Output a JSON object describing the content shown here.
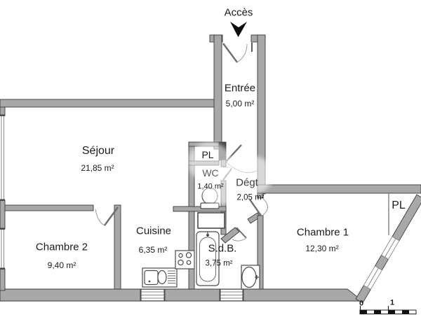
{
  "plan": {
    "access_label": "Accès",
    "rooms": [
      {
        "id": "entree",
        "name": "Entrée",
        "area": "5,00 m²"
      },
      {
        "id": "sejour",
        "name": "Séjour",
        "area": "21,85 m²"
      },
      {
        "id": "wc",
        "name": "WC",
        "area": "1,40 m²"
      },
      {
        "id": "degagement",
        "name": "Dégt",
        "area": "2,05 m²"
      },
      {
        "id": "chambre2",
        "name": "Chambre 2",
        "area": "9,40 m²"
      },
      {
        "id": "cuisine",
        "name": "Cuisine",
        "area": "6,35 m²"
      },
      {
        "id": "sdb",
        "name": "S.d.B.",
        "area": "3,75 m²"
      },
      {
        "id": "chambre1",
        "name": "Chambre 1",
        "area": "12,30 m²"
      }
    ],
    "closets": [
      {
        "id": "pl-hall",
        "label": "PL"
      },
      {
        "id": "pl-chambre1",
        "label": "PL"
      }
    ],
    "scale_bar": {
      "start": "0",
      "end": "1"
    },
    "colors": {
      "wall": "#a8a8a8",
      "wall_outline": "#3a3a3a",
      "background": "#ffffff",
      "text": "#1b1b1b"
    }
  }
}
